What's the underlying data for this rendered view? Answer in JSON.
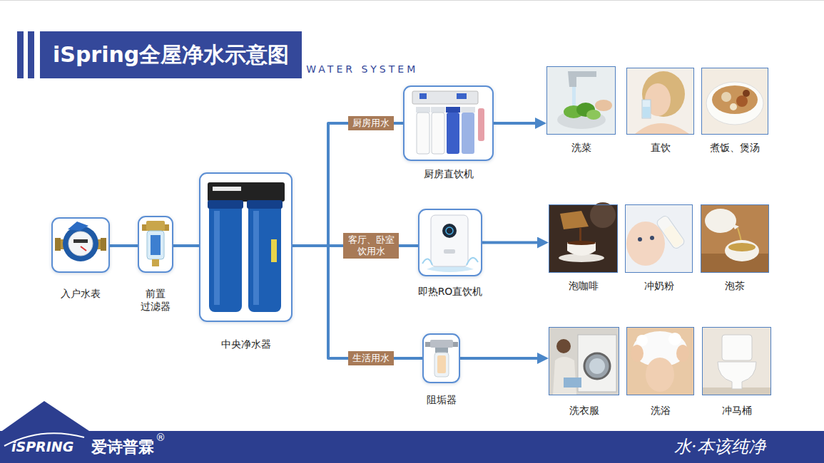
{
  "diagram": {
    "title": "iSpring全屋净水示意图",
    "nodes": [
      {
        "text": [
          "入户水表"
        ]
      },
      {
        "text": [
          "前置 过滤器"
        ]
      },
      {
        "text": [
          "中央净水器"
        ]
      },
      {
        "text": [
          "厨房直饮机"
        ]
      },
      {
        "text": [
          "洗菜"
        ]
      },
      {
        "text": [
          "直饮"
        ]
      },
      {
        "text": [
          "煮饭、煲汤"
        ]
      },
      {
        "text": [
          "即热RO直饮机"
        ]
      },
      {
        "text": [
          "泡咖啡"
        ]
      },
      {
        "text": [
          "冲奶粉"
        ]
      },
      {
        "text": [
          "泡茶"
        ]
      },
      {
        "text": [
          "阻垢器"
        ]
      },
      {
        "text": [
          "洗衣服"
        ]
      },
      {
        "text": [
          "洗浴"
        ]
      },
      {
        "text": [
          "冲马桶"
        ]
      }
    ],
    "edges": [
      {
        "from": 0,
        "to": 1,
        "arrow": "none"
      },
      {
        "from": 1,
        "to": 2,
        "arrow": "none"
      },
      {
        "from": 2,
        "to": 3,
        "label": "厨房用水",
        "arrow": "none"
      },
      {
        "from": 2,
        "to": 7,
        "label": "客厅、卧室 饮用水",
        "arrow": "none"
      },
      {
        "from": 2,
        "to": 11,
        "label": "生活用水",
        "arrow": "none"
      },
      {
        "from": 3,
        "to": 4,
        "arrow": "to"
      },
      {
        "from": 7,
        "to": 8,
        "arrow": "to"
      },
      {
        "from": 11,
        "to": 12,
        "arrow": "to"
      }
    ],
    "labels": [
      "WATER SYSTEM",
      "iSPRING",
      "爱诗普霖",
      "®",
      "水·本该纯净"
    ]
  }
}
